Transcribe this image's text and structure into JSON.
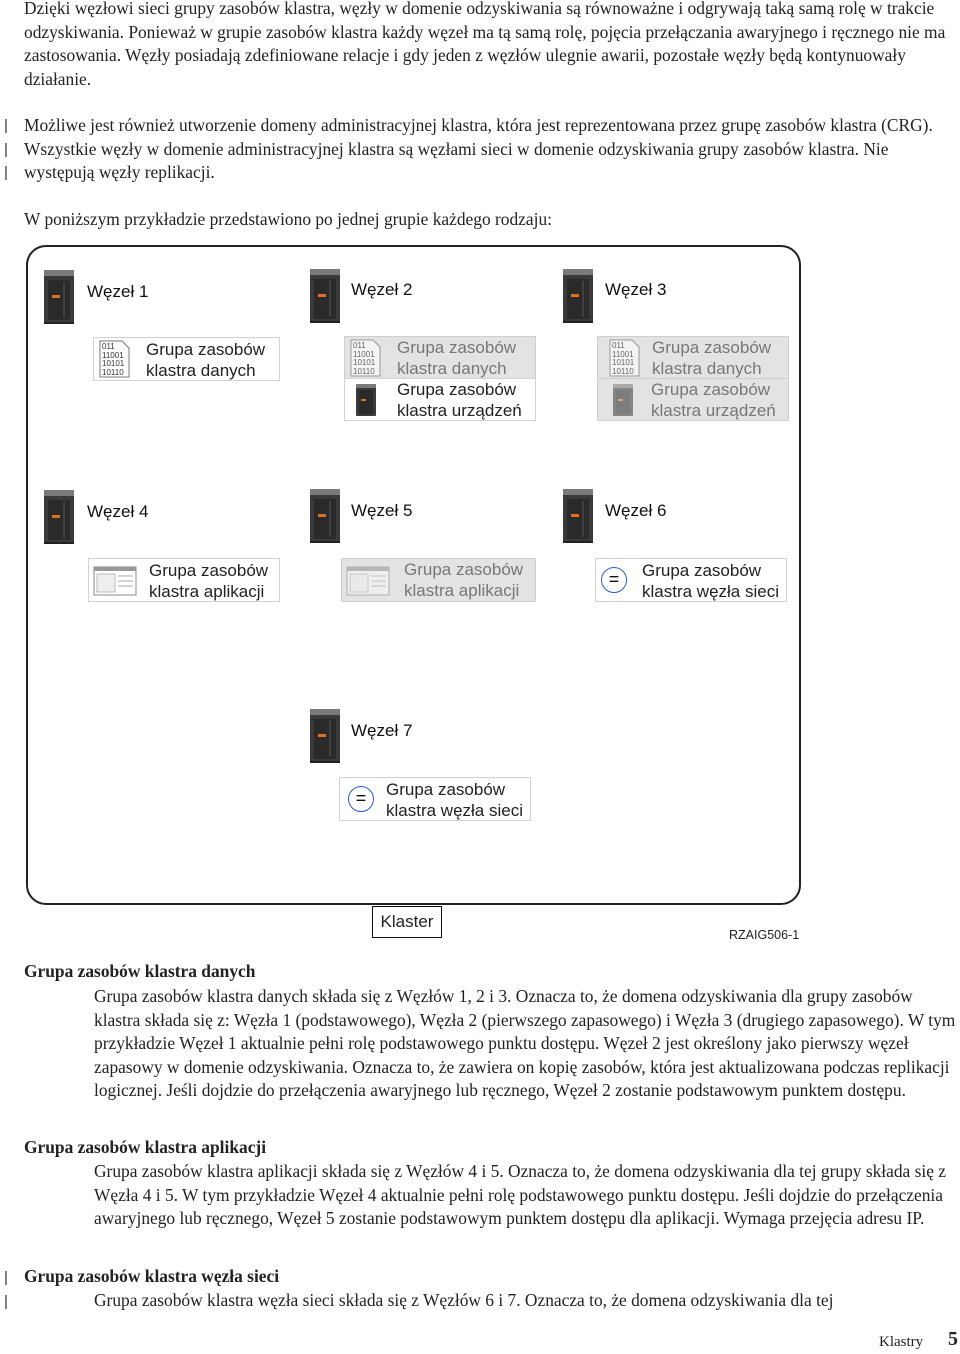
{
  "intro": {
    "p1": "Dzięki węzłowi sieci grupy zasobów klastra, węzły w domenie odzyskiwania są równoważne i odgrywają taką samą rolę w trakcie odzyskiwania. Ponieważ w grupie zasobów klastra każdy węzeł ma tą samą rolę, pojęcia przełączania awaryjnego i ręcznego nie ma zastosowania. Węzły posiadają zdefiniowane relacje i gdy jeden z węzłów ulegnie awarii, pozostałe węzły będą kontynuowały działanie.",
    "p2": "Możliwe jest również utworzenie domeny administracyjnej klastra, która jest reprezentowana przez grupę zasobów klastra (CRG). Wszystkie węzły w domenie administracyjnej klastra są węzłami sieci w domenie odzyskiwania grupy zasobów klastra. Nie występują węzły replikacji.",
    "p3": "W poniższym przykładzie przedstawiono po jednej grupie każdego rodzaju:"
  },
  "change_bar": "|",
  "diagram": {
    "nodes": {
      "n1": "Węzeł 1",
      "n2": "Węzeł 2",
      "n3": "Węzeł 3",
      "n4": "Węzeł 4",
      "n5": "Węzeł 5",
      "n6": "Węzeł 6",
      "n7": "Węzeł 7"
    },
    "crg": {
      "data_l1": "Grupa zasobów",
      "data_l2": "klastra danych",
      "device_l1": "Grupa zasobów",
      "device_l2": "klastra urządzeń",
      "app_l1": "Grupa zasobów",
      "app_l2": "klastra aplikacji",
      "peer_l1": "Grupa zasobów",
      "peer_l2": "klastra węzła sieci"
    },
    "binary_lines": [
      "011",
      "11001",
      "10101",
      "10110"
    ],
    "peer_symbol": "=",
    "cluster_label": "Klaster",
    "figure_id": "RZAIG506-1",
    "colors": {
      "server_dark": "#3a3a3a",
      "server_light": "#7a7a7a",
      "server_accent": "#e07020"
    }
  },
  "definitions": [
    {
      "term": "Grupa zasobów klastra danych",
      "body": "Grupa zasobów klastra danych składa się z Węzłów 1, 2 i 3. Oznacza to, że domena odzyskiwania dla grupy zasobów klastra składa się z: Węzła 1 (podstawowego), Węzła 2 (pierwszego zapasowego) i Węzła 3 (drugiego zapasowego). W tym przykładzie Węzeł 1 aktualnie pełni rolę podstawowego punktu dostępu. Węzeł 2 jest określony jako pierwszy węzeł zapasowy w domenie odzyskiwania. Oznacza to, że zawiera on kopię zasobów, która jest aktualizowana podczas replikacji logicznej. Jeśli dojdzie do przełączenia awaryjnego lub ręcznego, Węzeł 2 zostanie podstawowym punktem dostępu."
    },
    {
      "term": "Grupa zasobów klastra aplikacji",
      "body": "Grupa zasobów klastra aplikacji składa się z Węzłów 4 i 5. Oznacza to, że domena odzyskiwania dla tej grupy składa się z Węzła 4 i 5. W tym przykładzie Węzeł 4 aktualnie pełni rolę podstawowego punktu dostępu. Jeśli dojdzie do przełączenia awaryjnego lub ręcznego, Węzeł 5 zostanie podstawowym punktem dostępu dla aplikacji. Wymaga przejęcia adresu IP."
    },
    {
      "term": "Grupa zasobów klastra węzła sieci",
      "body": "Grupa zasobów klastra węzła sieci składa się z Węzłów 6 i 7. Oznacza to, że domena odzyskiwania dla tej"
    }
  ],
  "footer": {
    "section": "Klastry",
    "page_number": "5"
  }
}
